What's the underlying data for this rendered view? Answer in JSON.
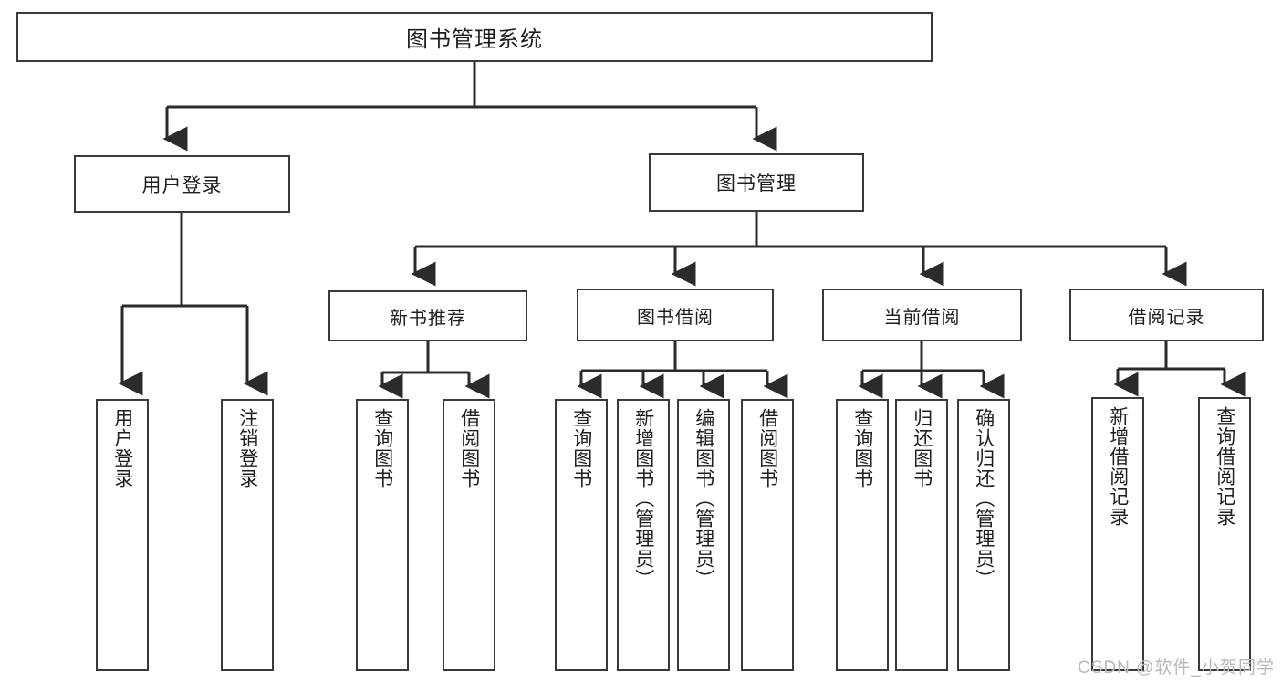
{
  "diagram": {
    "title": "图书管理系统",
    "type": "tree-hierarchy-diagram",
    "colors": {
      "box_border": "#3a3a3a",
      "box_fill": "#ffffff",
      "connector": "#2b2b2b",
      "text": "#1f1f1f",
      "watermark": "#b9b9b9",
      "background": "#ffffff"
    },
    "root": {
      "label": "图书管理系统"
    },
    "level1": [
      {
        "label": "用户登录"
      },
      {
        "label": "图书管理"
      }
    ],
    "level2": [
      {
        "label": "新书推荐"
      },
      {
        "label": "图书借阅"
      },
      {
        "label": "当前借阅"
      },
      {
        "label": "借阅记录"
      }
    ],
    "leaves": {
      "user_login": [
        {
          "label": "用户登录"
        },
        {
          "label": "注销登录"
        }
      ],
      "new_book_recommend": [
        {
          "label": "查询图书"
        },
        {
          "label": "借阅图书"
        }
      ],
      "book_borrow": [
        {
          "label": "查询图书"
        },
        {
          "label": "新增图书（管理员）"
        },
        {
          "label": "编辑图书（管理员）"
        },
        {
          "label": "借阅图书"
        }
      ],
      "current_borrow": [
        {
          "label": "查询图书"
        },
        {
          "label": "归还图书"
        },
        {
          "label": "确认归还（管理员）"
        }
      ],
      "borrow_records": [
        {
          "label": "新增借阅记录"
        },
        {
          "label": "查询借阅记录"
        }
      ]
    }
  },
  "watermark": {
    "text": "CSDN @软件_小贺同学"
  }
}
